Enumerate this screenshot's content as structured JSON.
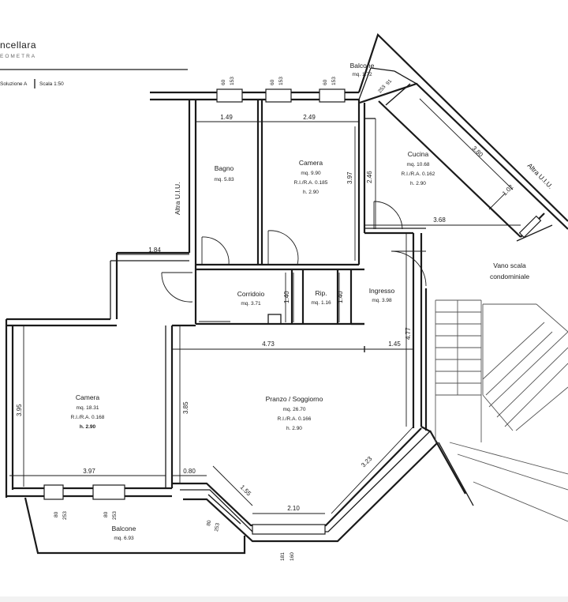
{
  "header": {
    "brand": "ncellara",
    "brand_sub": "EOMETRA",
    "solution": "Soluzione A",
    "scale": "Scala 1:50"
  },
  "rooms": {
    "bagno": {
      "name": "Bagno",
      "area": "mq. 5.83"
    },
    "camera1": {
      "name": "Camera",
      "area": "mq. 9.90",
      "ria": "R.I./R.A. 0.185",
      "height": "h. 2.90"
    },
    "cucina": {
      "name": "Cucina",
      "area": "mq. 10.68",
      "ria": "R.I./R.A. 0.162",
      "height": "h. 2.90"
    },
    "balcone_top": {
      "name": "Balcone",
      "area": "mq. 1.72"
    },
    "corridoio": {
      "name": "Corridoio",
      "area": "mq. 3.71"
    },
    "rip": {
      "name": "Rip.",
      "area": "mq. 1.16"
    },
    "ingresso": {
      "name": "Ingresso",
      "area": "mq. 3.98"
    },
    "vano_scala": {
      "line1": "Vano scala",
      "line2": "condominiale"
    },
    "camera2": {
      "name": "Camera",
      "area": "mq. 18.31",
      "ria": "R.I./R.A. 0.168",
      "height": "h. 2.90"
    },
    "soggiorno": {
      "name": "Pranzo / Soggiorno",
      "area": "mq. 26.70",
      "ria": "R.I./R.A. 0.166",
      "height": "h. 2.90"
    },
    "balcone_bottom": {
      "name": "Balcone",
      "area": "mq. 6.93"
    }
  },
  "labels": {
    "altra_uiu_left": "Altra U.I.U.",
    "altra_uiu_right": "Altra U.I.U."
  },
  "dimensions": {
    "bagno_w": "1.49",
    "camera1_w": "2.49",
    "camera1_h": "3.97",
    "cucina_h": "2.46",
    "cucina_w": "3.68",
    "cucina_diag": "3.80",
    "cucina_small": "1.02",
    "left_1_84": "1.84",
    "corr_h": "1.40",
    "rip_h": "1.40",
    "w_4_73": "4.73",
    "w_1_45": "1.45",
    "h_4_77": "4.77",
    "h_3_95": "3.95",
    "h_3_85": "3.85",
    "w_3_97": "3.97",
    "w_0_80": "0.80",
    "d_1_55": "1.55",
    "w_2_10": "2.10",
    "d_3_23": "3.23"
  },
  "windows": {
    "w1a": "60",
    "w1b": "153",
    "w2a": "60",
    "w2b": "153",
    "w3a": "60",
    "w3b": "153",
    "wba": "91",
    "wbb": "253",
    "wl1a": "80",
    "wl1b": "253",
    "wl2a": "80",
    "wl2b": "253",
    "wd1a": "80",
    "wd1b": "253",
    "wd2a": "181",
    "wd2b": "160"
  }
}
